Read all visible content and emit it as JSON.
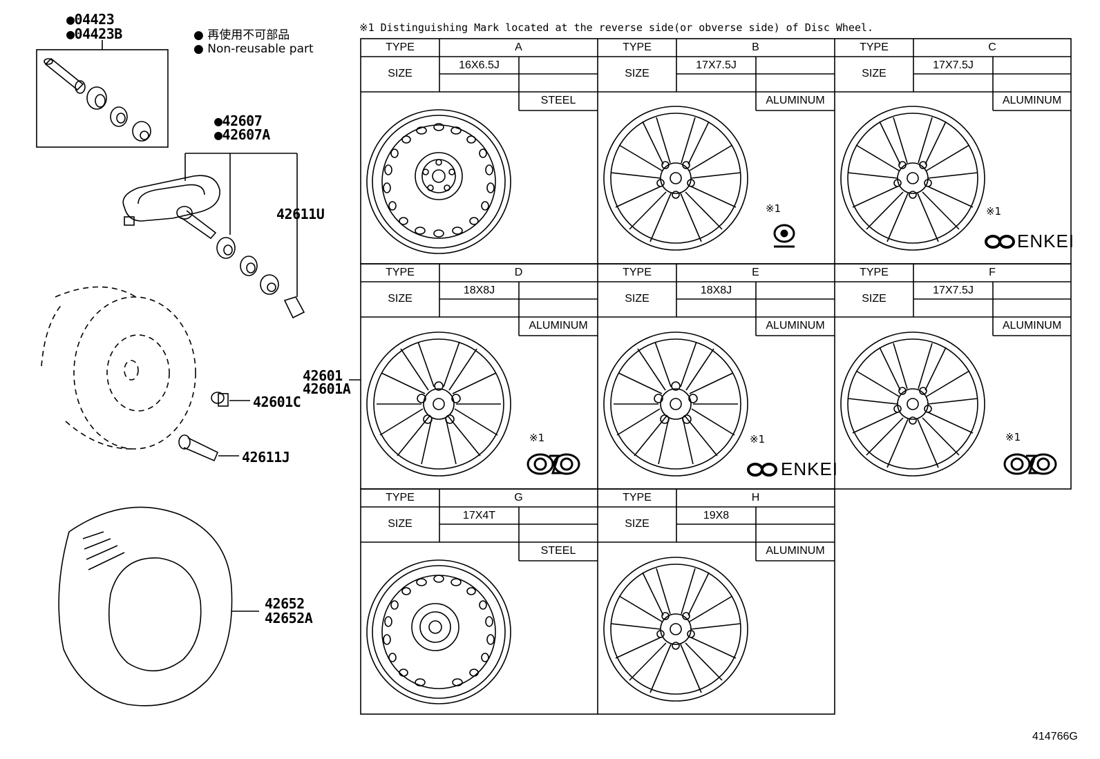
{
  "legend": {
    "jp": "再使用不可部品",
    "en": "Non-reusable part",
    "bullet": "●"
  },
  "footnote": "※1 Distinguishing Mark located at the reverse side(or obverse side) of Disc Wheel.",
  "parts": {
    "p04423": "●04423",
    "p04423B": "●04423B",
    "p42607": "●42607",
    "p42607A": "●42607A",
    "p42611U": "42611U",
    "p42601": "42601",
    "p42601A": "42601A",
    "p42601C": "42601C",
    "p42611J": "42611J",
    "p42652": "42652",
    "p42652A": "42652A"
  },
  "labels": {
    "type": "TYPE",
    "size": "SIZE",
    "mark_ref": "※1"
  },
  "wheels": [
    {
      "type": "A",
      "size": "16X6.5J",
      "material": "STEEL",
      "brand": ""
    },
    {
      "type": "B",
      "size": "17X7.5J",
      "material": "ALUMINUM",
      "brand": ""
    },
    {
      "type": "C",
      "size": "17X7.5J",
      "material": "ALUMINUM",
      "brand": "ENKEI"
    },
    {
      "type": "D",
      "size": "18X8J",
      "material": "ALUMINUM",
      "brand": ""
    },
    {
      "type": "E",
      "size": "18X8J",
      "material": "ALUMINUM",
      "brand": "ENKEI"
    },
    {
      "type": "F",
      "size": "17X7.5J",
      "material": "ALUMINUM",
      "brand": ""
    },
    {
      "type": "G",
      "size": "17X4T",
      "material": "STEEL",
      "brand": ""
    },
    {
      "type": "H",
      "size": "19X8",
      "material": "ALUMINUM",
      "brand": ""
    }
  ],
  "illustration_id": "414766G"
}
